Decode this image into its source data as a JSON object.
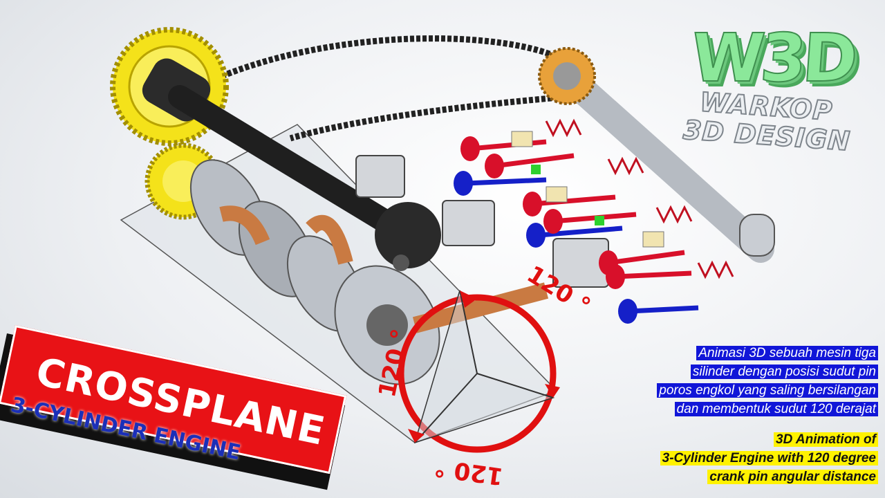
{
  "logo": {
    "mark": "W3D",
    "line1": "WARKOP",
    "line2": "3D DESIGN"
  },
  "title": {
    "main": "CROSSPLANE",
    "sub": "3-CYLINDER ENGINE"
  },
  "angles": {
    "top": "120 °",
    "left": "120 °",
    "bottom": "120 °"
  },
  "caption_id": [
    "Animasi 3D sebuah mesin tiga",
    "silinder dengan posisi sudut pin",
    "poros engkol yang saling bersilangan",
    "dan membentuk sudut 120 derajat"
  ],
  "caption_en": [
    "3D Animation of",
    "3-Cylinder Engine with 120 degree",
    "crank pin angular distance"
  ],
  "colors": {
    "banner_red": "#e81216",
    "subtitle_blue": "#1b2fb8",
    "caption_blue": "#1116d8",
    "caption_yellow": "#fff200",
    "gear_yellow": "#f4e21a",
    "logo_green": "#8be89a",
    "angle_red": "#e01010"
  }
}
